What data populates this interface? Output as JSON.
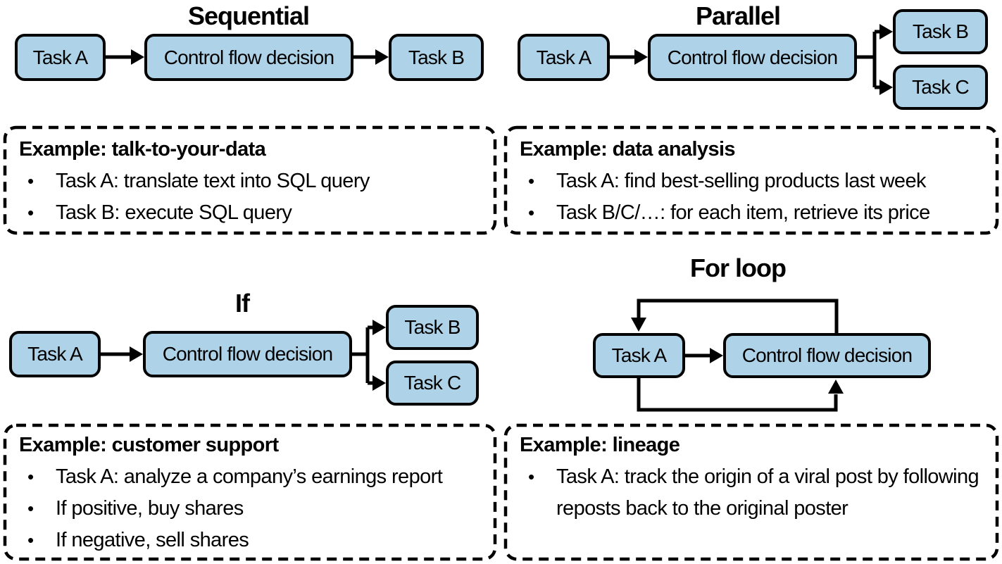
{
  "colors": {
    "node_fill": "#aed3e8",
    "node_border": "#000000",
    "line": "#000000",
    "background": "#ffffff",
    "text": "#000000"
  },
  "ui": {
    "bullet_char": "•"
  },
  "diagrams": [
    {
      "id": "sequential",
      "title": "Sequential",
      "nodes": {
        "task_a": "Task A",
        "decision": "Control flow decision",
        "task_b": "Task B"
      }
    },
    {
      "id": "parallel",
      "title": "Parallel",
      "nodes": {
        "task_a": "Task A",
        "decision": "Control flow decision",
        "task_b": "Task B",
        "task_c": "Task C"
      }
    },
    {
      "id": "if",
      "title": "If",
      "nodes": {
        "task_a": "Task A",
        "decision": "Control flow decision",
        "task_b": "Task B",
        "task_c": "Task C"
      }
    },
    {
      "id": "for_loop",
      "title": "For loop",
      "nodes": {
        "task_a": "Task A",
        "decision": "Control flow decision"
      }
    }
  ],
  "examples": [
    {
      "id": "talk-to-your-data",
      "heading": "Example: talk-to-your-data",
      "bullets": [
        "Task A: translate text into SQL query",
        "Task B: execute SQL query"
      ]
    },
    {
      "id": "data-analysis",
      "heading": "Example: data analysis",
      "bullets": [
        "Task A: find best-selling products last week",
        "Task B/C/…: for each item, retrieve its price"
      ]
    },
    {
      "id": "customer-support",
      "heading": "Example: customer support",
      "bullets": [
        "Task A: analyze a company’s earnings report",
        "If positive, buy shares",
        "If negative, sell shares"
      ]
    },
    {
      "id": "lineage",
      "heading": "Example: lineage",
      "bullets": [
        "Task A: track the origin of a viral post by following reposts back to the original poster"
      ]
    }
  ]
}
